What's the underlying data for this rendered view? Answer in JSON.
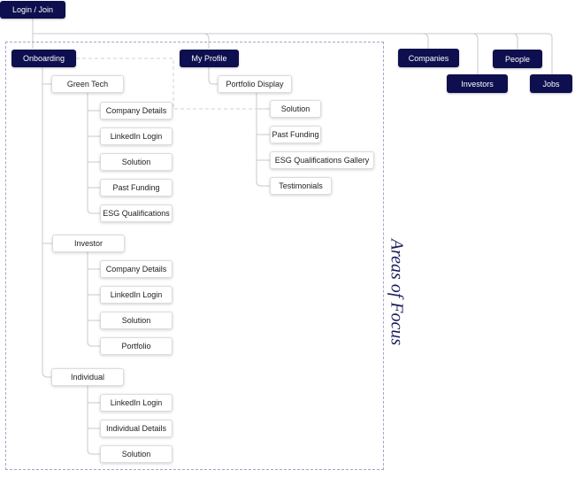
{
  "colors": {
    "node_dark": "#0d0f4f",
    "line": "#c9c9c9",
    "dash": "#a8a2c8"
  },
  "area_label": "Areas of Focus",
  "nodes": {
    "login": "Login / Join",
    "onboarding": "Onboarding",
    "my_profile": "My Profile",
    "companies": "Companies",
    "people": "People",
    "investors": "Investors",
    "jobs": "Jobs",
    "green_tech": "Green Tech",
    "gt_company_details": "Company Details",
    "gt_linkedin": "LinkedIn Login",
    "gt_solution": "Solution",
    "gt_past_funding": "Past Funding",
    "gt_esg": "ESG Qualifications",
    "investor": "Investor",
    "inv_company_details": "Company Details",
    "inv_linkedin": "LinkedIn Login",
    "inv_solution": "Solution",
    "inv_portfolio": "Portfolio",
    "individual": "Individual",
    "ind_linkedin": "LinkedIn Login",
    "ind_details": "Individual Details",
    "ind_solution": "Solution",
    "portfolio_display": "Portfolio Display",
    "pd_solution": "Solution",
    "pd_past_funding": "Past Funding",
    "pd_esg_gallery": "ESG Qualifications Gallery",
    "pd_testimonials": "Testimonials"
  }
}
